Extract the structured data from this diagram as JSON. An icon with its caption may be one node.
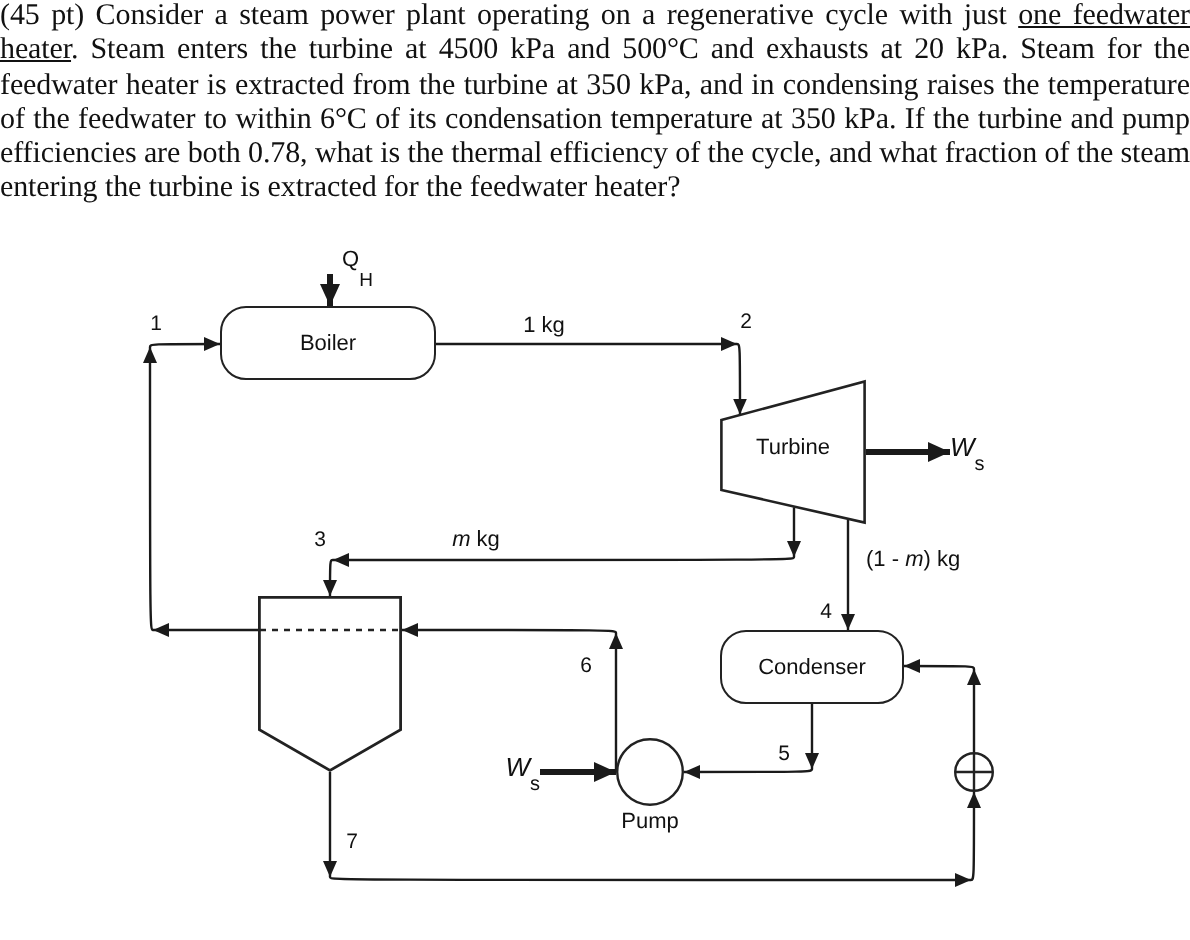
{
  "diagram": {
    "nodes": [
      {
        "text": [
          "Boiler"
        ]
      },
      {
        "text": [
          "Turbine"
        ]
      },
      {
        "text": [
          "*W*$_{s}$"
        ]
      },
      {
        "text": [],
        "shape": "tank"
      },
      {
        "text": [
          "Condenser"
        ]
      },
      {
        "text": [
          "*W*$_{s}$"
        ]
      },
      {
        "text": [
          "Pump"
        ]
      },
      {
        "text": [],
        "shape": "circle"
      }
    ],
    "edges": [
      {
        "from": null,
        "to": 0,
        "arrow": "to",
        "label": "Q$_{H}$",
        "style": "thick"
      },
      {
        "from": 0,
        "to": 1,
        "arrow": "to",
        "label": "1 kg"
      },
      {
        "from": 1,
        "to": 2,
        "arrow": "to",
        "style": "thick"
      },
      {
        "from": 1,
        "to": 3,
        "arrow": "to",
        "label": "*m* kg"
      },
      {
        "from": 1,
        "to": 4,
        "arrow": "to",
        "label": "(1 - *m*) kg"
      },
      {
        "from": 4,
        "to": 6,
        "arrow": "to"
      },
      {
        "from": 5,
        "to": 6,
        "arrow": "to",
        "style": "thick"
      },
      {
        "from": 6,
        "to": 3,
        "arrow": "to"
      },
      {
        "from": 3,
        "to": 0,
        "arrow": "to"
      },
      {
        "from": 3,
        "to": 7,
        "arrow": "to"
      },
      {
        "from": 7,
        "to": 4,
        "arrow": "to"
      }
    ],
    "labels": [
      "(45 pt) Consider a steam power plant operating on a regenerative cycle with just **one feedwater heater**. Steam enters the turbine at 4500 kPa and 500°C and exhausts at 20 kPa. Steam for the feedwater heater is extracted from the turbine at 350 kPa, and in condensing raises the temperature of the feedwater to within 6°C of its condensation temperature at 350 kPa. If the turbine and pump efficiencies are both 0.78, what is the thermal efficiency of the cycle, and what fraction of the steam entering the turbine is extracted for the feedwater heater?",
      "1",
      "2",
      "3",
      "4",
      "6",
      "5",
      "7"
    ]
  }
}
